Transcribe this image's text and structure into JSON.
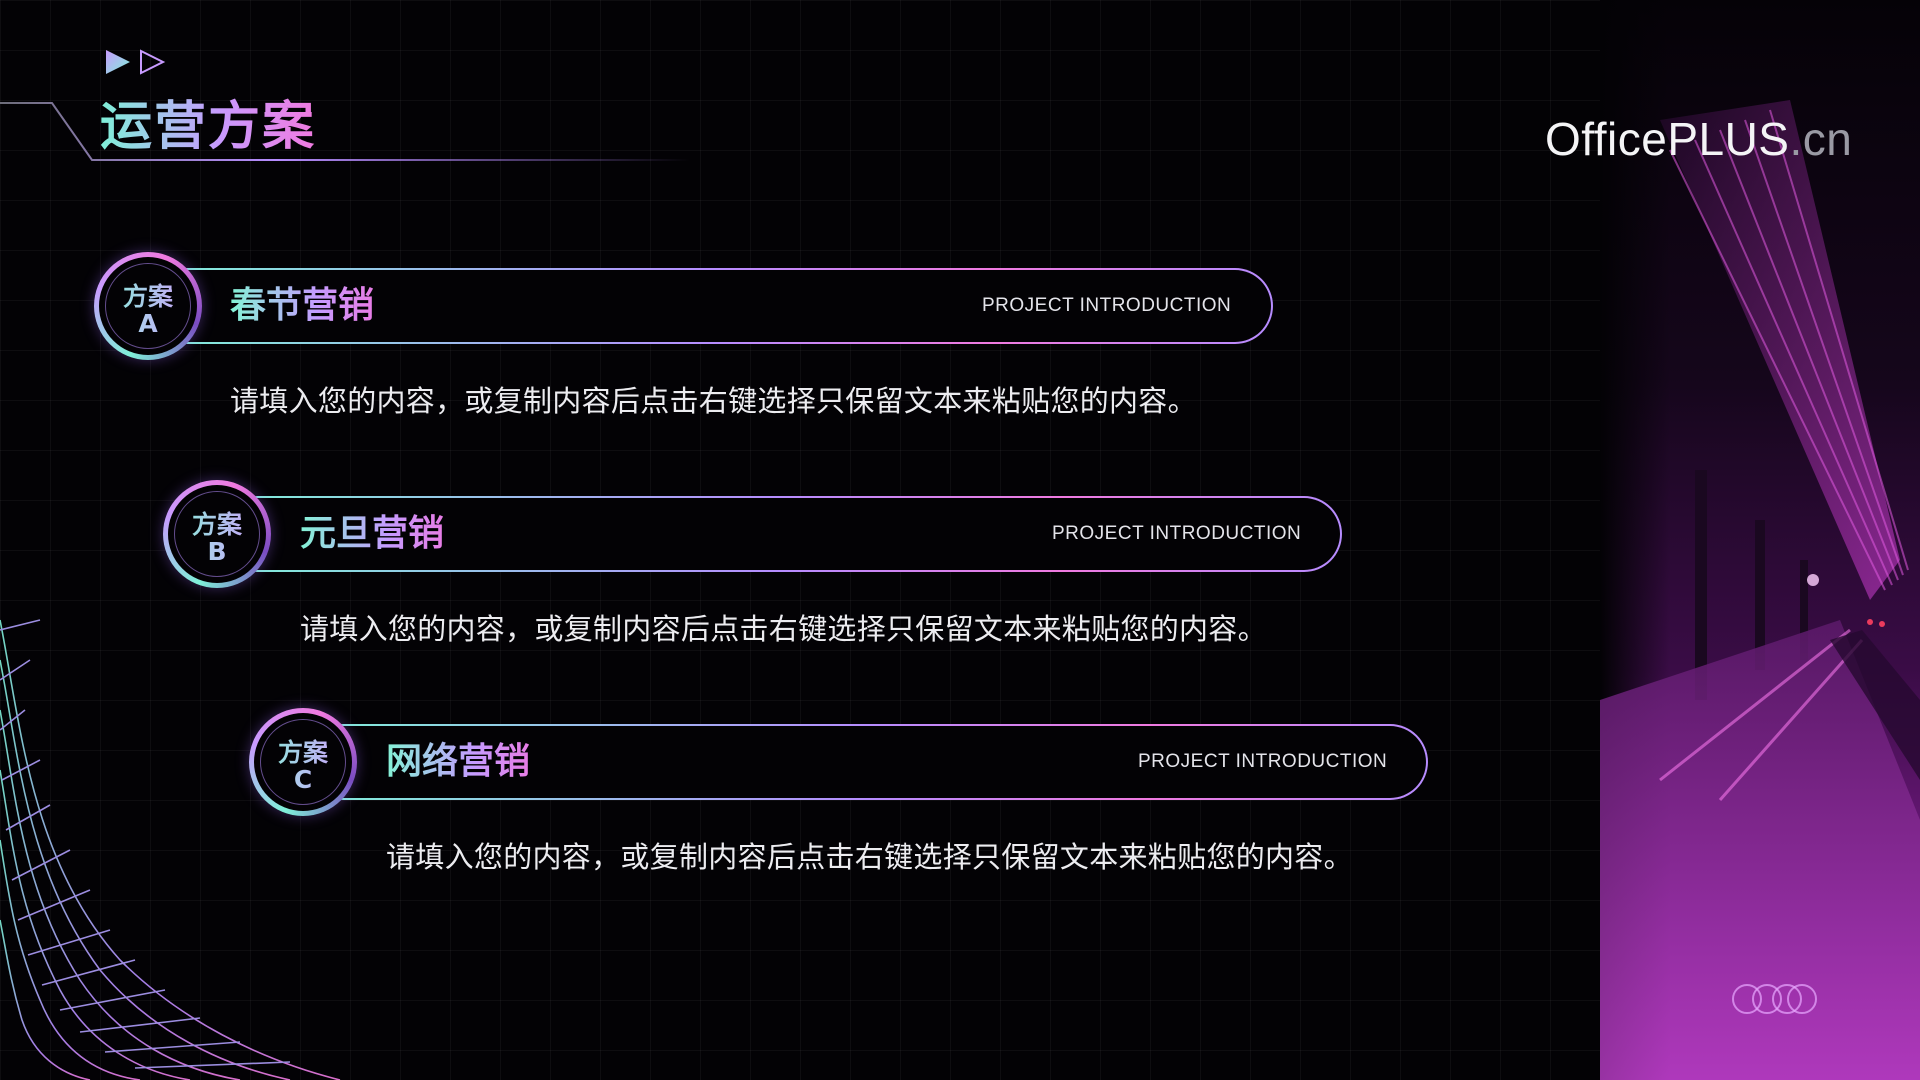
{
  "header": {
    "title": "运营方案"
  },
  "brand": {
    "logo_main": "OfficePLUS",
    "logo_suffix": ".cn"
  },
  "plans": [
    {
      "badge_top": "方案",
      "badge_letter": "A",
      "title": "春节营销",
      "subtitle": "PROJECT INTRODUCTION",
      "description": "请填入您的内容，或复制内容后点击右键选择只保留文本来粘贴您的内容。"
    },
    {
      "badge_top": "方案",
      "badge_letter": "B",
      "title": "元旦营销",
      "subtitle": "PROJECT INTRODUCTION",
      "description": "请填入您的内容，或复制内容后点击右键选择只保留文本来粘贴您的内容。"
    },
    {
      "badge_top": "方案",
      "badge_letter": "C",
      "title": "网络营销",
      "subtitle": "PROJECT INTRODUCTION",
      "description": "请填入您的内容，或复制内容后点击右键选择只保留文本来粘贴您的内容。"
    }
  ],
  "colors": {
    "background": "#030205",
    "accent_cyan": "#7ff0d8",
    "accent_violet": "#b68cff",
    "accent_pink": "#f07ae0"
  },
  "icons": [
    "play-arrow-filled-icon",
    "play-arrow-outline-icon",
    "circle-rings-icon"
  ]
}
